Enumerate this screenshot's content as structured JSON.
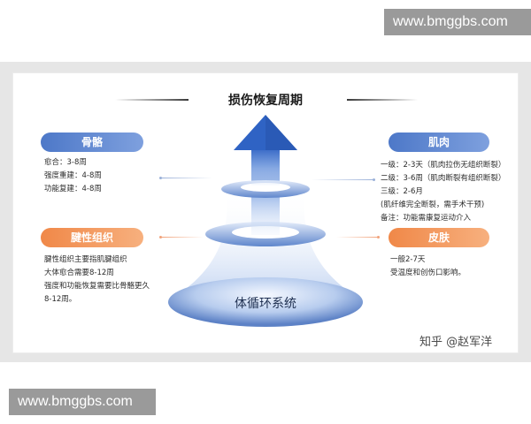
{
  "watermark": "www.bmggbs.com",
  "title": "损伤恢复周期",
  "center_label": "体循环系统",
  "credit": "知乎 @赵军洋",
  "colors": {
    "blue": "#4d78c8",
    "orange": "#f08848"
  },
  "sections": {
    "bone": {
      "label": "骨骼",
      "lines": [
        "愈合：3-8周",
        "强度重建：4-8周",
        "功能复建：4-8周"
      ]
    },
    "muscle": {
      "label": "肌肉",
      "lines": [
        "一级：2-3天（肌肉拉伤无组织断裂）",
        "二级：3-6周（肌肉断裂有组织断裂）",
        "三级：2-6月",
        "(肌纤维完全断裂，需手术干预)",
        "备注：功能需康复运动介入"
      ]
    },
    "tendon": {
      "label": "腱性组织",
      "lines": [
        "腱性组织主要指肌腱组织",
        "大体愈合需要8-12周",
        "强度和功能恢复需要比骨骼更久",
        "8-12周。"
      ]
    },
    "skin": {
      "label": "皮肤",
      "lines": [
        "一般2-7天",
        "受温度和创伤口影响。"
      ]
    }
  }
}
